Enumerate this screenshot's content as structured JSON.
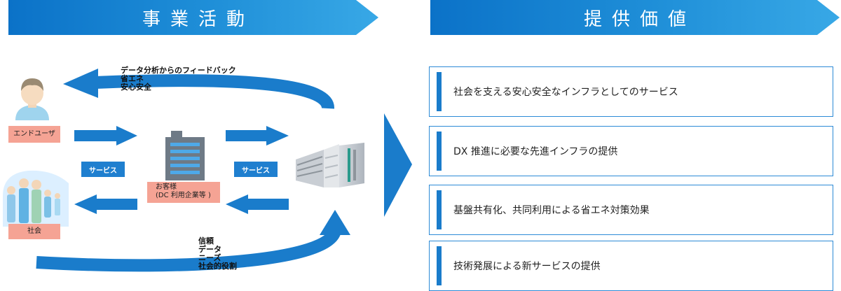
{
  "banners": {
    "left": "事業活動",
    "right": "提供価値"
  },
  "feedback_labels": [
    "データ分析からのフィードバック",
    "省エネ",
    "安心安全"
  ],
  "bottom_labels": [
    "信頼",
    "データ",
    "ニーズ",
    "社会的役割"
  ],
  "actors": {
    "end_user": "エンドユーザ",
    "society": "社会",
    "customer_line1": "お客様",
    "customer_line2": "(DC 利用企業等 )"
  },
  "service_labels": [
    "サービス",
    "サービス"
  ],
  "values": [
    "社会を支える安心安全なインフラとしてのサービス",
    "DX 推進に必要な先進インフラの提供",
    "基盤共有化、共同利用による省エネ対策効果",
    "技術発展による新サービスの提供"
  ],
  "colors": {
    "arrow_blue": "#1a7ccb",
    "banner_blue": "#0b72c8",
    "label_salmon": "#f5a394",
    "box_border": "#2c8ad6"
  }
}
